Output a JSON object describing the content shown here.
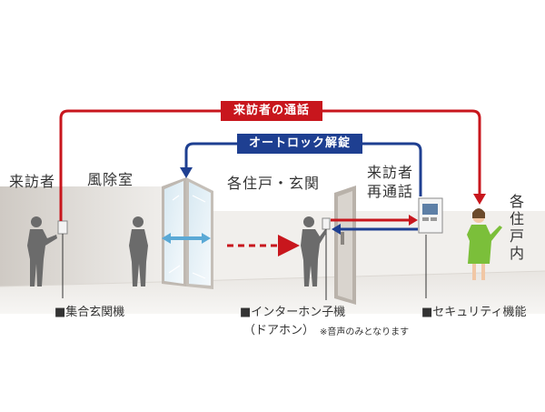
{
  "labels": {
    "visitor": "来訪者",
    "vestibule": "風除室",
    "entrance": "各住戸・玄関",
    "revisit_line1": "来訪者",
    "revisit_line2": "再通話",
    "unit_inside": [
      "各",
      "住",
      "戸",
      "内"
    ]
  },
  "banners": {
    "visitor_call": "来訪者の通話",
    "auto_lock": "オートロック解錠"
  },
  "captions": {
    "entrance_panel": "■集合玄関機",
    "intercom_line1": "■インターホン子機",
    "intercom_line2": "（ドアホン）",
    "intercom_note": "※音声のみとなります",
    "security": "■セキュリティ機能"
  },
  "colors": {
    "red": "#c8161d",
    "blue": "#1e3f91",
    "wall": "#d6d2cd",
    "floor": "#ece9e6",
    "figure": "#6b6b6b",
    "woman_dress": "#7bbf3a",
    "glass": "#cfe3ee"
  }
}
